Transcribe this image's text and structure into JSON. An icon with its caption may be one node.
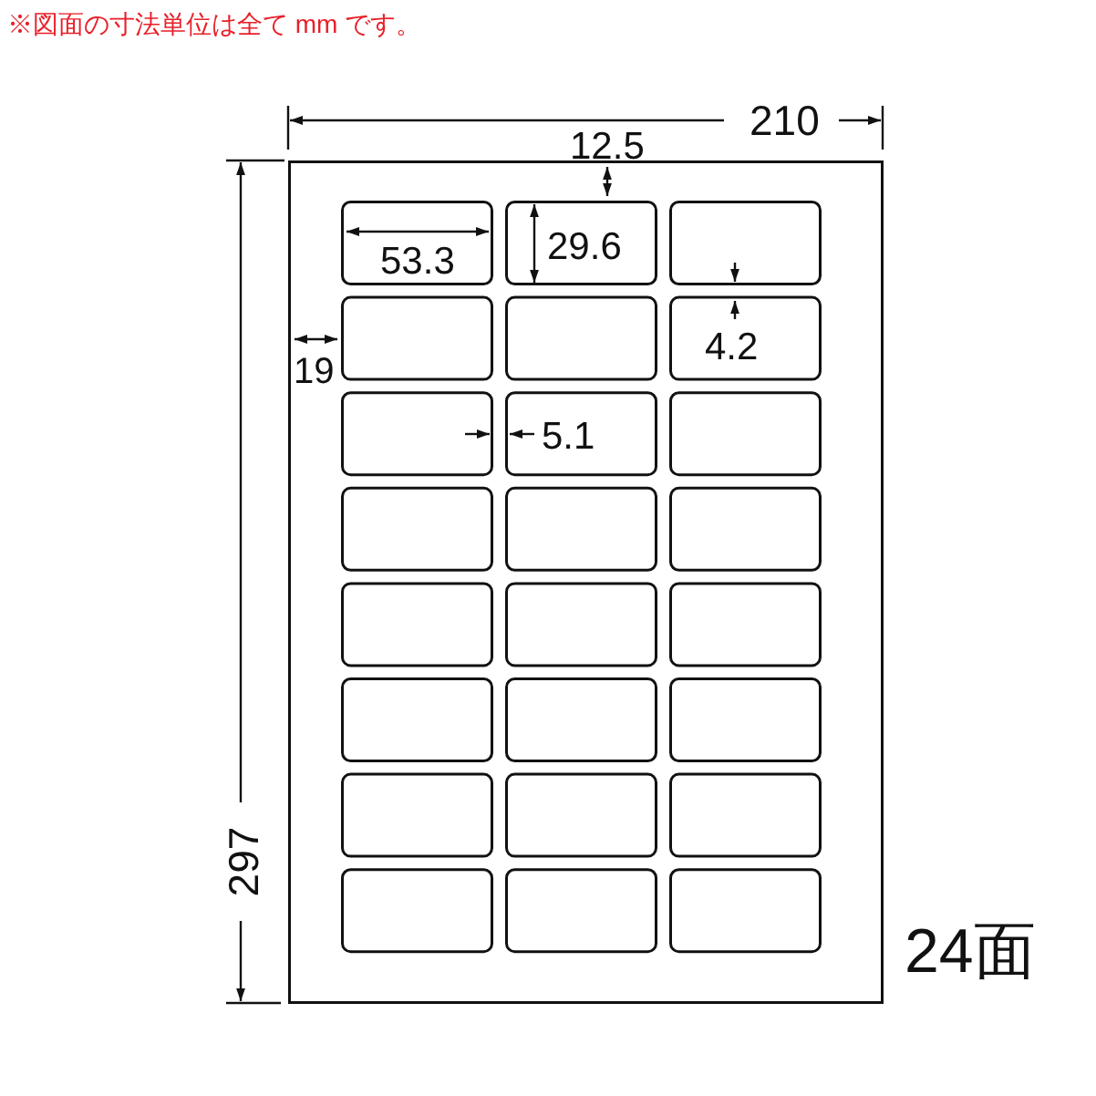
{
  "diagram": {
    "labels": [
      "※図面の寸法単位は全て mm です。",
      "210",
      "12.5",
      "53.3",
      "29.6",
      "19",
      "4.2",
      "5.1",
      "297",
      "24面"
    ]
  }
}
